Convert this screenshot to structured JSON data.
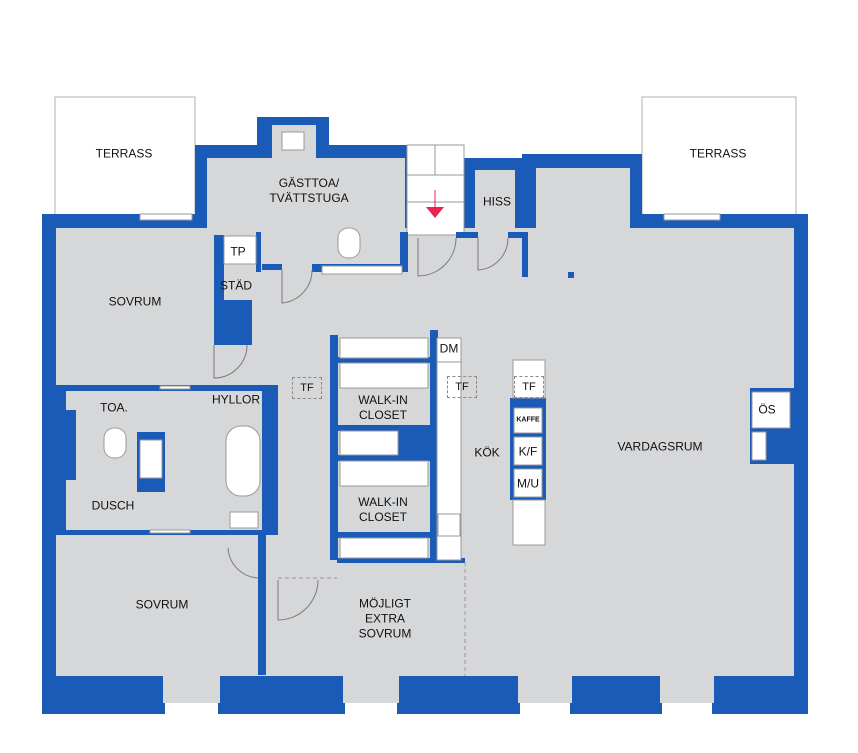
{
  "rooms": {
    "terrass_left": "TERRASS",
    "terrass_right": "TERRASS",
    "gasttoa": "GÄSTTOA/\nTVÄTTSTUGA",
    "hiss": "HISS",
    "tp": "TP",
    "stad": "STÄD",
    "sovrum_top": "SOVRUM",
    "sovrum_bottom": "SOVRUM",
    "toa": "TOA.",
    "dusch": "DUSCH",
    "hyllor": "HYLLOR",
    "walkin_1": "WALK-IN\nCLOSET",
    "walkin_2": "WALK-IN\nCLOSET",
    "dm": "DM",
    "kok": "KÖK",
    "kaffe": "KAFFE",
    "kf": "K/F",
    "mu": "M/U",
    "vardagsrum": "VARDAGSRUM",
    "os": "ÖS",
    "mojligt": "MÖJLIGT\nEXTRA\nSOVRUM"
  },
  "tf_markers": [
    "TF",
    "TF",
    "TF"
  ],
  "colors": {
    "wall": "#1a5bb8",
    "floor": "#d6d7d9",
    "accent": "#e8234e",
    "outline": "#9a9a9a"
  }
}
